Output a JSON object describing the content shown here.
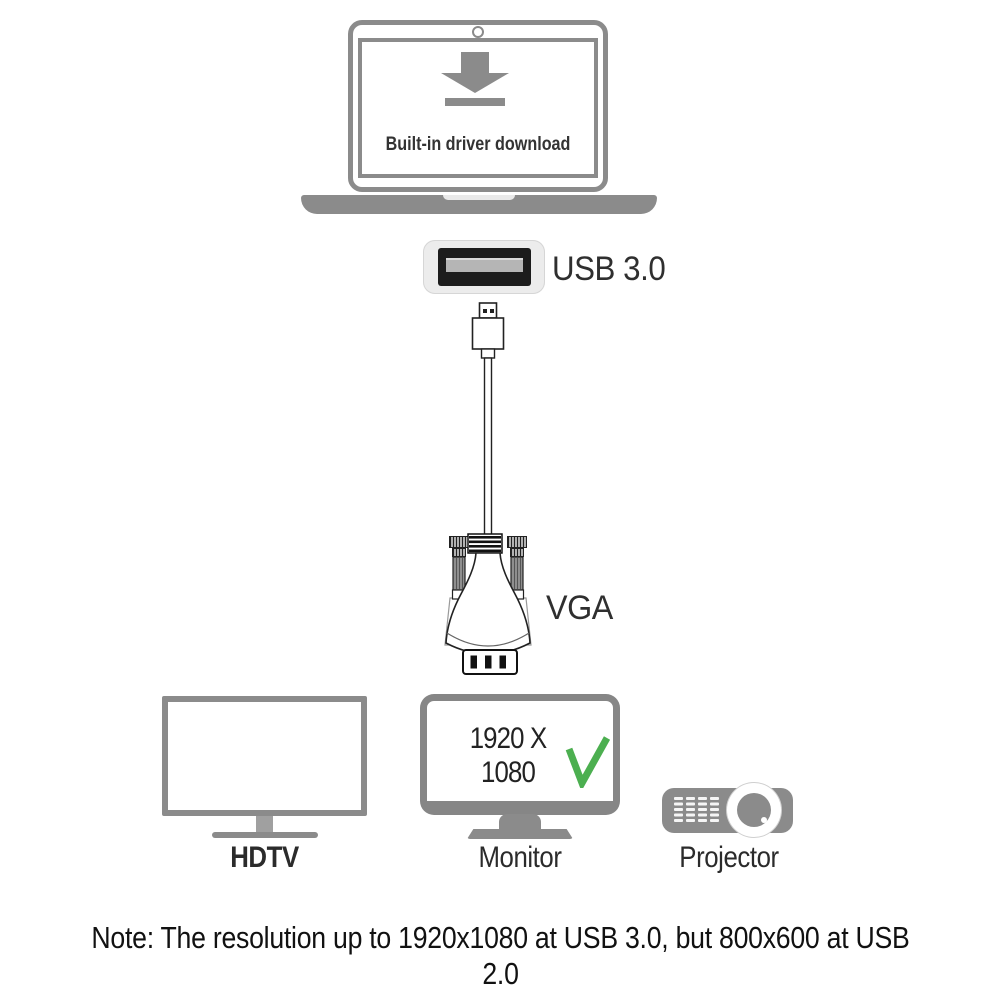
{
  "laptop": {
    "caption": "Built-in driver download"
  },
  "usb_port": {
    "label": "USB 3.0"
  },
  "vga_connector": {
    "label": "VGA"
  },
  "devices": {
    "hdtv": {
      "label": "HDTV"
    },
    "monitor": {
      "label": "Monitor",
      "resolution": "1920 X 1080",
      "check_icon": "green-checkmark"
    },
    "projector": {
      "label": "Projector"
    }
  },
  "note": {
    "text": "Note: The resolution up to 1920x1080 at USB 3.0, but 800x600 at USB 2.0"
  },
  "colors": {
    "outline_gray": "#8b8b8b",
    "label_text": "#2b2b2b",
    "note_text": "#111111",
    "check_green": "#4caf50",
    "usb_socket_black": "#1c1c1c",
    "usb_tongue_gray": "#b5b5b5"
  }
}
